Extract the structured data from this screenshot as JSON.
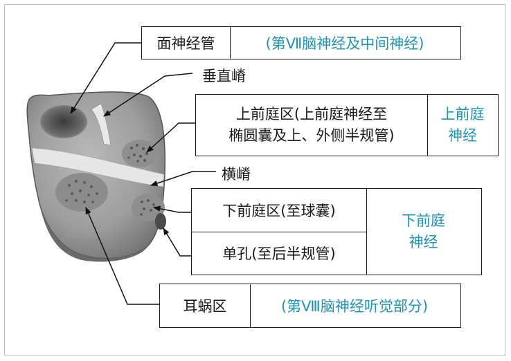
{
  "labels": {
    "facial_canal": "面神经管",
    "facial_canal_note": "(第Ⅶ脑神经及中间神经)",
    "vertical_crest": "垂直嵴",
    "superior_vestibular_area_line1": "上前庭区(上前庭神经至",
    "superior_vestibular_area_line2": "椭圆囊及上、外侧半规管)",
    "superior_vestibular_nerve_line1": "上前庭",
    "superior_vestibular_nerve_line2": "神经",
    "transverse_crest": "横嵴",
    "inferior_vestibular_area": "下前庭区(至球囊)",
    "singular_foramen": "单孔(至后半规管)",
    "inferior_vestibular_nerve_line1": "下前庭",
    "inferior_vestibular_nerve_line2": "神经",
    "cochlear_area": "耳蜗区",
    "cochlear_area_note": "(第Ⅷ脑神经听觉部分)"
  },
  "colors": {
    "label_text": "#1a1a1a",
    "nerve_text": "#1e93b8",
    "bone_fill": "#9a9a9a",
    "crest_fill": "#e4e4e4",
    "pore_fill": "#5e5e5e"
  }
}
